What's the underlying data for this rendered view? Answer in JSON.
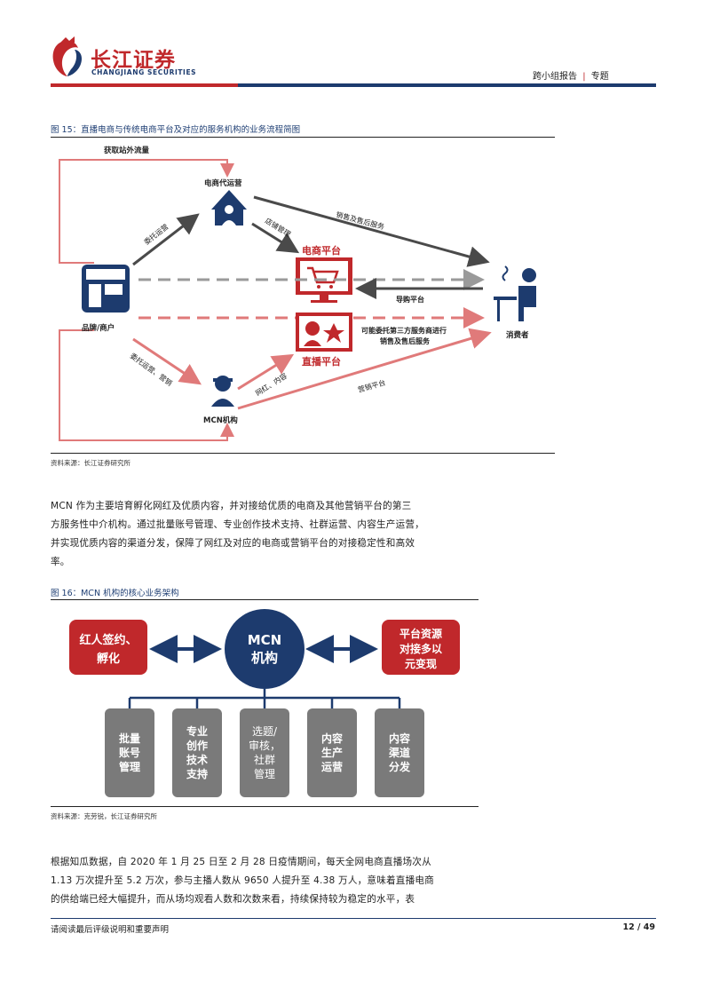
{
  "header": {
    "logo_cn": "长江证券",
    "logo_en": "CHANGJIANG SECURITIES",
    "report_type": "跨小组报告",
    "separator": "|",
    "report_kind": "专题"
  },
  "fig15": {
    "title": "图 15：直播电商与传统电商平台及对应的服务机构的业务流程简图",
    "labels": {
      "traffic": "获取站外流量",
      "agency": "电商代运营",
      "entrust_ops": "委托运营",
      "store_mgmt": "店铺管理",
      "sales_service": "销售及售后服务",
      "ecommerce": "电商平台",
      "brand": "品牌/商户",
      "guide": "导购平台",
      "consumer": "消费者",
      "third_party_1": "可能委托第三方服务商进行",
      "third_party_2": "销售及售后服务",
      "live": "直播平台",
      "entrust_marketing": "委托运营、营销",
      "influencer_content": "网红、内容",
      "marketing_platform": "营销平台",
      "mcn": "MCN机构"
    },
    "source": "资料来源：长江证券研究所"
  },
  "body": {
    "para1": [
      "MCN 作为主要培育孵化网红及优质内容，并对接给优质的电商及其他营销平台的第三",
      "方服务性中介机构。通过批量账号管理、专业创作技术支持、社群运营、内容生产运营，",
      "并实现优质内容的渠道分发，保障了网红及对应的电商或营销平台的对接稳定性和高效",
      "率。"
    ],
    "para2": [
      "根据知瓜数据，自 2020 年 1 月 25 日至 2 月 28 日疫情期间，每天全网电商直播场次从",
      "1.13 万次提升至 5.2 万次，参与主播人数从 9650 人提升至 4.38 万人，意味着直播电商",
      "的供给端已经大幅提升，而从场均观看人数和次数来看，持续保持较为稳定的水平，表"
    ]
  },
  "fig16": {
    "title": "图 16：MCN 机构的核心业务架构",
    "left_box": [
      "红人签约、",
      "孵化"
    ],
    "center": [
      "MCN",
      "机构"
    ],
    "right_box": [
      "平台资源",
      "对接多以",
      "元变现"
    ],
    "functions": [
      [
        "批量",
        "账号",
        "管理"
      ],
      [
        "专业",
        "创作",
        "技术",
        "支持"
      ],
      [
        "选题/",
        "审核，",
        "社群",
        "管理"
      ],
      [
        "内容",
        "生产",
        "运营"
      ],
      [
        "内容",
        "渠道",
        "分发"
      ]
    ],
    "source": "资料来源：克劳锐，长江证券研究所"
  },
  "footer": {
    "disclaimer": "请阅读最后评级说明和重要声明",
    "page": "12 / 49"
  },
  "colors": {
    "navy": "#1d3b6e",
    "red": "#c0282b",
    "pink": "#e07a7a",
    "gray": "#7a7a7a",
    "dark": "#4a4a4a"
  }
}
